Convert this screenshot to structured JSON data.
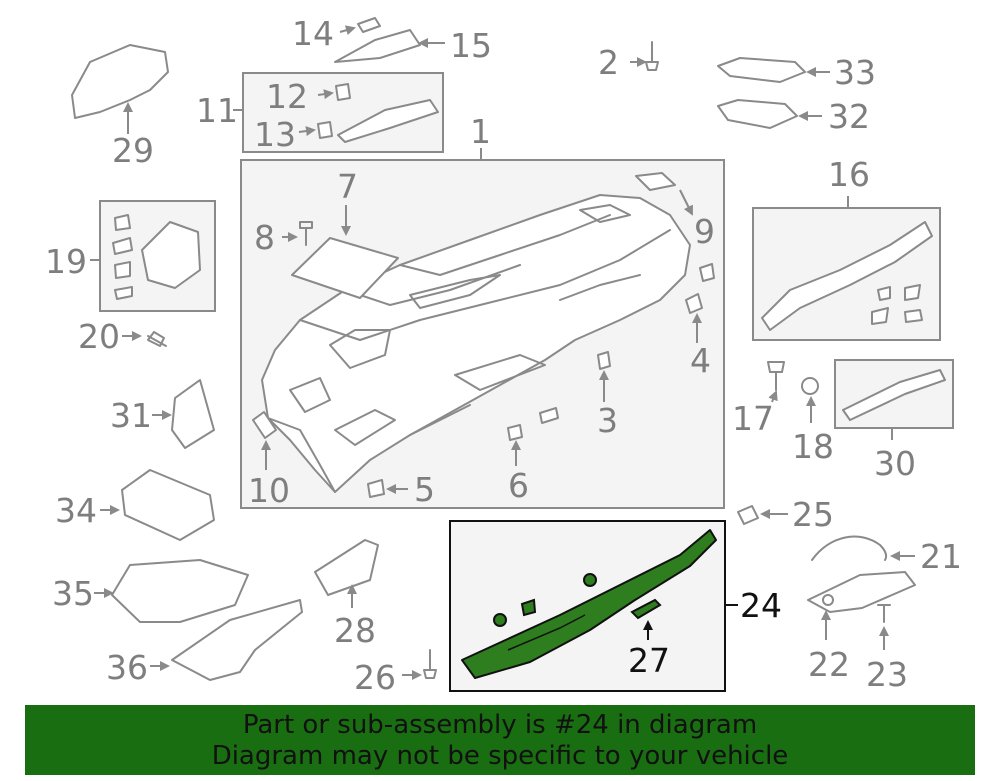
{
  "callouts": {
    "n1": "1",
    "n2": "2",
    "n3": "3",
    "n4": "4",
    "n5": "5",
    "n6": "6",
    "n7": "7",
    "n8": "8",
    "n9": "9",
    "n10": "10",
    "n11": "11",
    "n12": "12",
    "n13": "13",
    "n14": "14",
    "n15": "15",
    "n16": "16",
    "n17": "17",
    "n18": "18",
    "n19": "19",
    "n20": "20",
    "n21": "21",
    "n22": "22",
    "n23": "23",
    "n24": "24",
    "n25": "25",
    "n26": "26",
    "n27": "27",
    "n28": "28",
    "n29": "29",
    "n30": "30",
    "n31": "31",
    "n32": "32",
    "n33": "33",
    "n34": "34",
    "n35": "35",
    "n36": "36"
  },
  "highlight": {
    "part_number": "24",
    "color": "#2e7d1e",
    "outline": "#111111"
  },
  "banner": {
    "line1": "Part or sub-assembly is #24 in diagram",
    "line2": "Diagram may not be specific to your vehicle",
    "background": "#1a6e12"
  }
}
